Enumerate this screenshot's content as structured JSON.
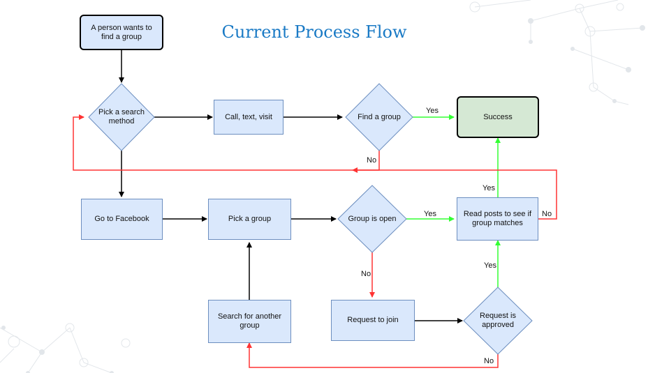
{
  "title": "Current Process Flow",
  "nodes": {
    "start": "A person wants to find a group",
    "pick_search_method": "Pick a search method",
    "call_text_visit": "Call, text, visit",
    "find_a_group": "Find a group",
    "success": "Success",
    "go_to_facebook": "Go to Facebook",
    "pick_a_group": "Pick a group",
    "group_is_open": "Group is open",
    "read_posts": "Read posts to see if group matches",
    "search_another": "Search for another group",
    "request_to_join": "Request to join",
    "request_approved": "Request is approved"
  },
  "edge_labels": {
    "find_yes": "Yes",
    "find_no": "No",
    "open_yes": "Yes",
    "open_no": "No",
    "read_yes": "Yes",
    "read_no": "No",
    "approved_yes": "Yes",
    "approved_no": "No"
  },
  "colors": {
    "node_fill": "#dae8fc",
    "node_border": "#6c8ebf",
    "success_fill": "#d5e8d4",
    "edge_default": "#000000",
    "edge_yes": "#33ff33",
    "edge_no": "#ff3333",
    "title": "#1a7ac5"
  }
}
